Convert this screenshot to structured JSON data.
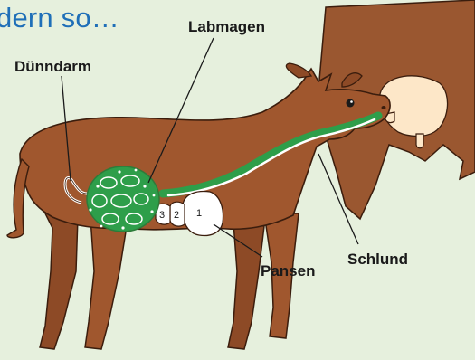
{
  "heading": "dern so…",
  "labels": {
    "labmagen": "Labmagen",
    "duenndarm": "Dünndarm",
    "pansen": "Pansen",
    "schlund": "Schlund"
  },
  "stomach_numbers": [
    "3",
    "2",
    "1"
  ],
  "colors": {
    "background": "#e6f0dd",
    "calf_body": "#a0572e",
    "calf_outline": "#3b1d0d",
    "mother_cow": "#9a5730",
    "udder": "#fde7c8",
    "digestive_tract": "#2e9e4a",
    "heading_blue": "#1f6fb8"
  }
}
